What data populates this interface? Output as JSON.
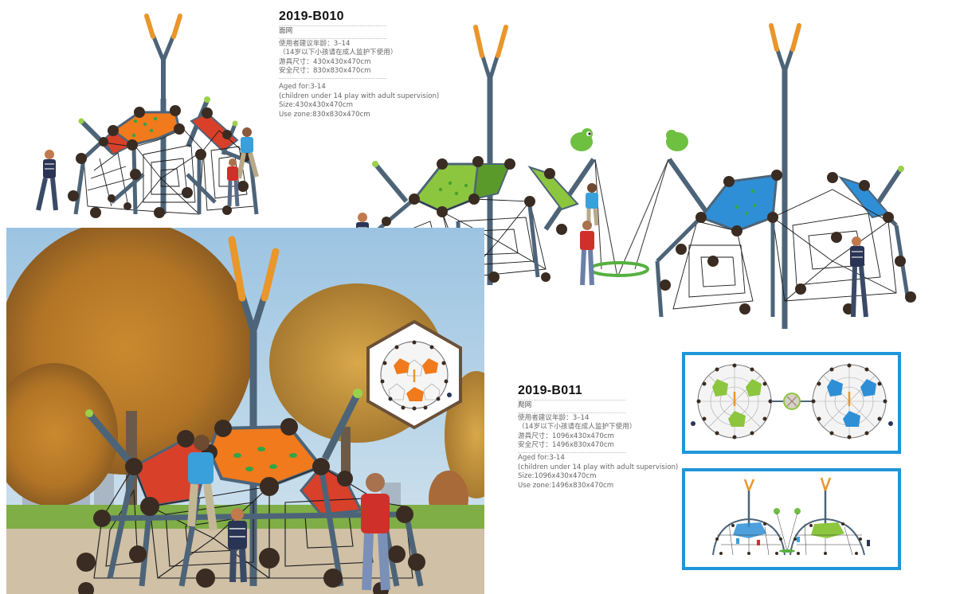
{
  "products": [
    {
      "model": "2019-B010",
      "name_cn": "面网",
      "age_cn": "使用者建议年龄：3–14",
      "supervision_cn": "（14岁以下小孩请在成人监护下使用）",
      "size_cn": "游具尺寸：430x430x470cm",
      "zone_cn": "安全尺寸：830x830x470cm",
      "age_en": "Aged  for:3-14",
      "supervision_en": "(children under 14 play with adult supervision)",
      "size_en": "Size:430x430x470cm",
      "zone_en": "Use zone:830x830x470cm",
      "panel_color": "#f07a1c",
      "side_panel_color": "#d8402a"
    },
    {
      "model": "2019-B011",
      "name_cn": "爬网",
      "age_cn": "使用者建议年龄：3–14",
      "supervision_cn": "（14岁以下小孩请在成人监护下使用）",
      "size_cn": "游具尺寸：1096x430x470cm",
      "zone_cn": "安全尺寸：1496x830x470cm",
      "age_en": "Aged  for:3-14",
      "supervision_en": "(children under 14 play with adult supervision)",
      "size_en": "Size:1096x430x470cm",
      "zone_en": "Use zone:1496x830x470cm",
      "panel_colors": [
        "#8cc63f",
        "#2e8fd6"
      ]
    }
  ],
  "colors": {
    "frame": "#4d6478",
    "ball": "#3a2c22",
    "net": "#1a1a1a",
    "mast_tip": "#e9962a",
    "border_blue": "#1f96d9",
    "hex_frame": "#6b5038"
  },
  "images": {
    "b010_render": "B010 climbing dome render with children",
    "b010_scene": "B010 dome in autumn park scene",
    "b010_topview": "B010 top view in hexagon badge",
    "b011_render": "B011 twin dome render with basket swing",
    "b011_topview": "B011 top view plan",
    "b011_frontview": "B011 front elevation"
  }
}
